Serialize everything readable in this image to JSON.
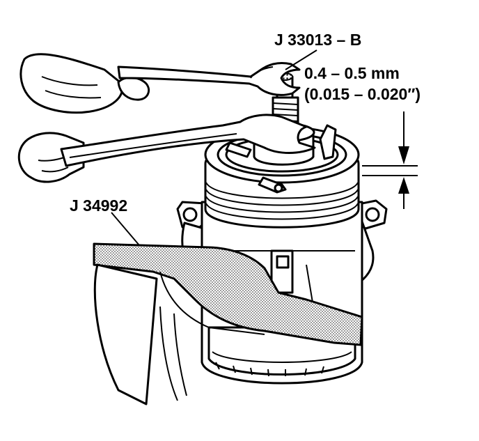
{
  "labels": {
    "tool_top": "J 33013 – B",
    "clearance_mm": "0.4 – 0.5 mm",
    "clearance_in": "(0.015 – 0.020″)",
    "tool_left": "J 34992"
  },
  "colors": {
    "line": "#000000",
    "background": "#ffffff",
    "tool_stipple": "#9a9a9a"
  }
}
